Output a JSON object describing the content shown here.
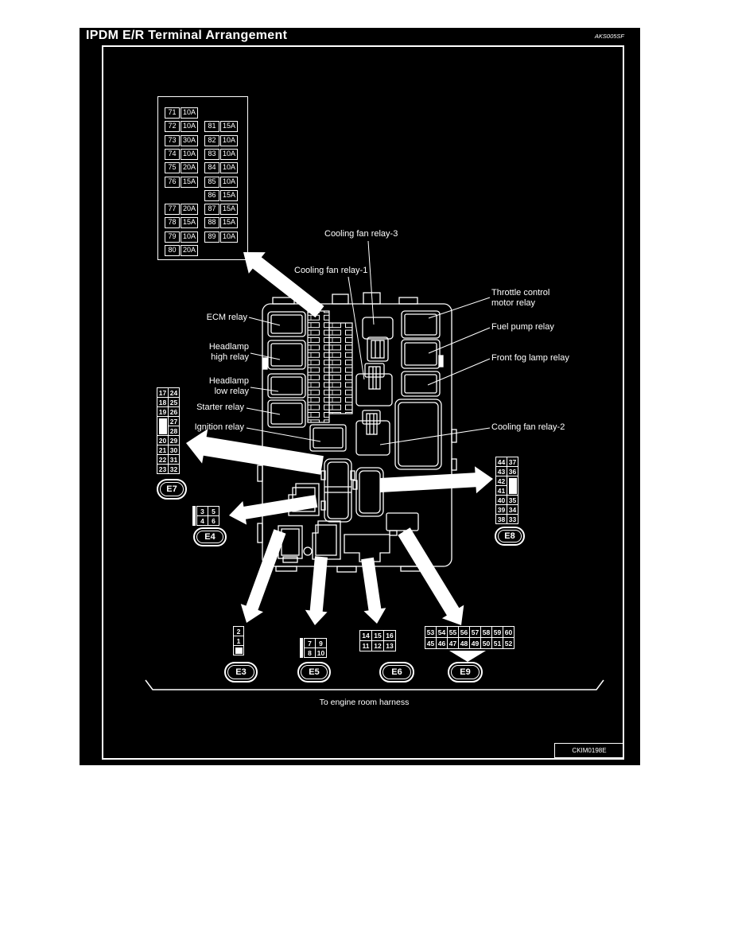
{
  "header": {
    "title": "IPDM E/R Terminal Arrangement",
    "doc_code": "AKS005SF"
  },
  "footer": {
    "figure_code": "CKIM0198E",
    "note": "To engine room harness"
  },
  "colors": {
    "background": "#000000",
    "foreground": "#ffffff",
    "page": "#ffffff"
  },
  "relay_labels": {
    "ecm": "ECM relay",
    "headlamp_high": "Headlamp\nhigh relay",
    "headlamp_low": "Headlamp\nlow relay",
    "starter": "Starter relay",
    "ignition": "Ignition relay",
    "cooling_fan_1": "Cooling fan relay-1",
    "cooling_fan_3": "Cooling fan relay-3",
    "throttle": "Throttle control\nmotor relay",
    "fuel_pump": "Fuel pump relay",
    "front_fog": "Front fog lamp relay",
    "cooling_fan_2": "Cooling fan relay-2"
  },
  "fuse_table": {
    "left": [
      {
        "id": "71",
        "amp": "10A"
      },
      {
        "id": "72",
        "amp": "10A"
      },
      {
        "id": "73",
        "amp": "30A"
      },
      {
        "id": "74",
        "amp": "10A"
      },
      {
        "id": "75",
        "amp": "20A"
      },
      {
        "id": "76",
        "amp": "15A"
      },
      {
        "id": "77",
        "amp": "20A"
      },
      {
        "id": "78",
        "amp": "15A"
      },
      {
        "id": "79",
        "amp": "10A"
      },
      {
        "id": "80",
        "amp": "20A"
      }
    ],
    "right": [
      {
        "id": "81",
        "amp": "15A"
      },
      {
        "id": "82",
        "amp": "10A"
      },
      {
        "id": "83",
        "amp": "10A"
      },
      {
        "id": "84",
        "amp": "10A"
      },
      {
        "id": "85",
        "amp": "10A"
      },
      {
        "id": "86",
        "amp": "15A"
      },
      {
        "id": "87",
        "amp": "15A"
      },
      {
        "id": "88",
        "amp": "15A"
      },
      {
        "id": "89",
        "amp": "10A"
      }
    ]
  },
  "connectors": {
    "e7": {
      "label": "E7",
      "col1": [
        "17",
        "18",
        "19",
        "20",
        "21",
        "22",
        "23"
      ],
      "col2": [
        "24",
        "25",
        "26",
        "27",
        "28",
        "29",
        "30",
        "31",
        "32"
      ]
    },
    "e8": {
      "label": "E8",
      "col1": [
        "44",
        "43",
        "42",
        "41",
        "40",
        "39",
        "38"
      ],
      "col2": [
        "37",
        "36",
        "35",
        "34",
        "33"
      ]
    },
    "e4": {
      "label": "E4",
      "cells": [
        "3",
        "5",
        "4",
        "6"
      ]
    },
    "e3": {
      "label": "E3",
      "cells": [
        "2",
        "1"
      ]
    },
    "e5": {
      "label": "E5",
      "cells": [
        "7",
        "9",
        "8",
        "10"
      ]
    },
    "e6": {
      "label": "E6",
      "cells": [
        "14",
        "15",
        "16",
        "11",
        "12",
        "13"
      ]
    },
    "e9": {
      "label": "E9",
      "row1": [
        "53",
        "54",
        "55",
        "56",
        "57",
        "58",
        "59",
        "60"
      ],
      "row2": [
        "45",
        "46",
        "47",
        "48",
        "49",
        "50",
        "51",
        "52"
      ]
    }
  }
}
